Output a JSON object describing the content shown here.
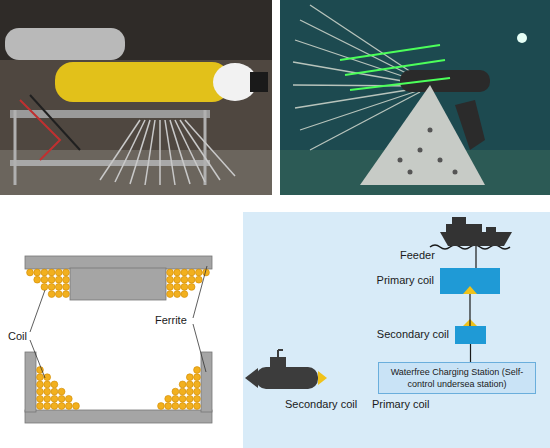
{
  "diagram": {
    "nodes": [
      {
        "text": [
          "Feeder"
        ]
      },
      {
        "text": [
          "Primary coil"
        ]
      },
      {
        "text": [
          "Secondary coil"
        ]
      },
      {
        "text": [
          "Waterfree Charging Station (Self-control undersea station)"
        ]
      }
    ],
    "edges": [
      {
        "from": 0,
        "to": 1,
        "arrow": "none"
      },
      {
        "from": 1,
        "to": 2,
        "arrow": "none"
      },
      {
        "from": 2,
        "to": 3,
        "arrow": "none"
      }
    ],
    "labels": [
      "Coil",
      "Ferrite",
      "Secondary coil",
      "Primary coil"
    ]
  }
}
